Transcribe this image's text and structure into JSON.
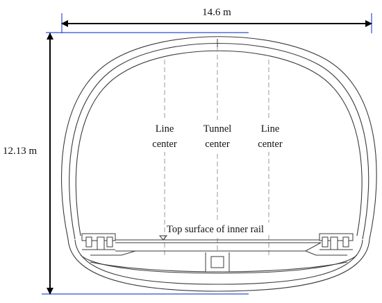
{
  "dimensions": {
    "width_label": "14.6 m",
    "height_label": "12.13 m"
  },
  "centerlines": {
    "left": {
      "line1": "Line",
      "line2": "center"
    },
    "middle": {
      "line1": "Tunnel",
      "line2": "center"
    },
    "right": {
      "line1": "Line",
      "line2": "center"
    }
  },
  "rail_label": "Top surface of inner rail",
  "colors": {
    "structure": "#3a3a3a",
    "dimension_guides": "#2b4fd6",
    "centerline": "#9a9a9a",
    "arrow": "#000000"
  }
}
